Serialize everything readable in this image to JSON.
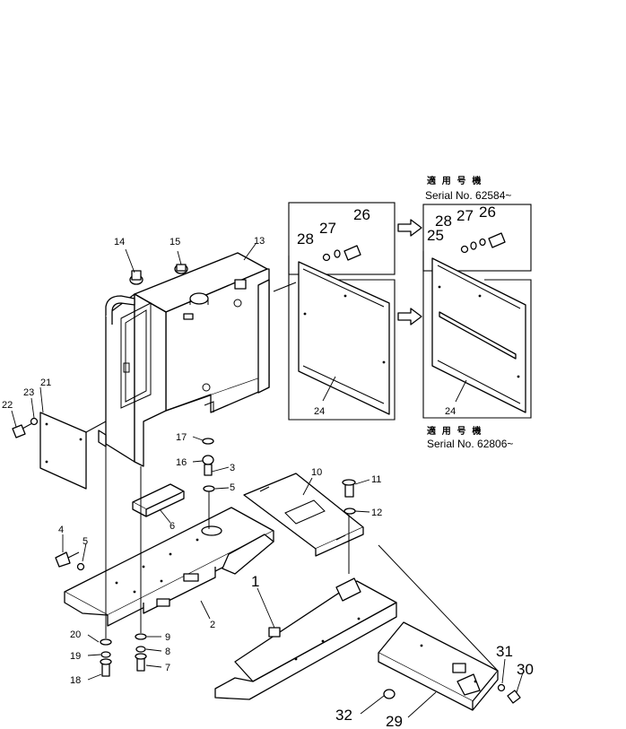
{
  "diagram": {
    "part_numbers": [
      "1",
      "2",
      "3",
      "4",
      "5",
      "5",
      "6",
      "7",
      "8",
      "9",
      "10",
      "11",
      "12",
      "13",
      "14",
      "15",
      "16",
      "17",
      "18",
      "19",
      "20",
      "21",
      "22",
      "23",
      "24",
      "24",
      "25",
      "26",
      "26",
      "27",
      "27",
      "28",
      "28",
      "29",
      "30",
      "31",
      "32"
    ],
    "notes": {
      "upper": {
        "jp": "適 用 号 機",
        "serial": "Serial No. 62584~"
      },
      "lower": {
        "jp": "適 用 号 機",
        "serial": "Serial No. 62806~"
      }
    }
  }
}
